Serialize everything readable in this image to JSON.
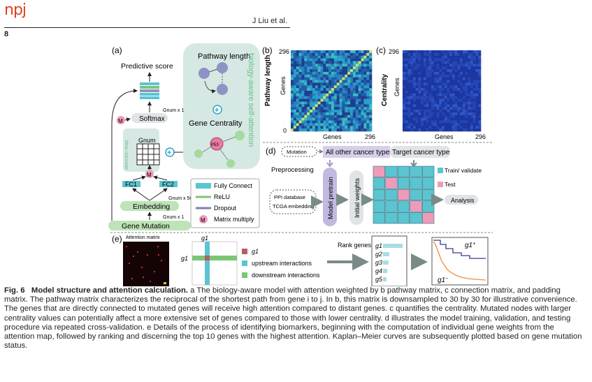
{
  "header": {
    "journal": "npj",
    "author": "J Liu et al.",
    "page": "8"
  },
  "panel_a": {
    "label": "(a)",
    "predictive_score": "Predictive score",
    "gnum_x1_top": "Gnum x 1",
    "softmax": "Softmax",
    "m": "M",
    "gnum": "Gnum",
    "attention_map": "attention map",
    "fc1": "FC1",
    "fc2": "FC2",
    "gnum_x50": "Gnum x 50",
    "embedding": "Embedding",
    "gnum_x1_bottom": "Gnum x 1",
    "gene_mutation": "Gene Mutation",
    "pathway_length": "Pathway length",
    "gene_centrality": "Gene Centrality",
    "p53": "P53",
    "self_attention": "biology-aware self-attention",
    "legend": {
      "fully_connect": "Fully Connect",
      "relu": "ReLU",
      "dropout": "Dropout",
      "matrix_multiply": "Matrix multiply"
    }
  },
  "panel_b": {
    "label": "(b)",
    "title": "Pathway length",
    "ylabel": "Genes",
    "xlabel": "Genes",
    "ymax": "296",
    "zero": "0",
    "xmax": "296"
  },
  "panel_c": {
    "label": "(c)",
    "title": "Centrality",
    "ylabel": "Genes",
    "xlabel": "Genes",
    "ymax": "296",
    "xmax": "296"
  },
  "panel_d": {
    "label": "(d)",
    "mutation": "Mutation",
    "other_cancer": "All other cancer types",
    "target_cancer": "Target cancer type",
    "preprocessing": "Preprocessing",
    "ppi": "PPI database",
    "tcga": "TCGA embedding",
    "model_pretrain": "Model pretrain",
    "initial_weights": "Initial weights",
    "train_validate": "Train/ validate",
    "test": "Test",
    "analysis": "Analysis"
  },
  "panel_e": {
    "label": "(e)",
    "attention_matrix": "Attention matrix",
    "g1": "g1",
    "upstream": "upstream interactions",
    "downstream": "downstream interactions",
    "rank_genes": "Rank genes",
    "genes": [
      "g1",
      "g2",
      "g3",
      "g4",
      "g5"
    ],
    "gene_scores": [
      1.0,
      0.32,
      0.28,
      0.22,
      0.18
    ],
    "km_plus": "g1",
    "km_plus_sup": "+",
    "km_minus": "g1",
    "km_minus_sup": "−"
  },
  "colors": {
    "teal": "#5bc4d0",
    "green": "#7cc576",
    "purple": "#7f7fb5",
    "pink": "#f09abb",
    "red": "#e2401c",
    "orange": "#f28c3b",
    "navy": "#3a3a8c"
  },
  "caption": {
    "fig": "Fig. 6",
    "title": "Model structure and attention calculation.",
    "body": " a The biology-aware model with attention weighted by b pathway matrix, c connection matrix, and padding matrix. The pathway matrix characterizes the reciprocal of the shortest path from gene i to j. In b, this matrix is downsampled to 30 by 30 for illustrative convenience. The genes that are directly connected to mutated genes will receive high attention compared to distant genes. c quantifies the centrality. Mutated nodes with larger centrality values can potentially affect a more extensive set of genes compared to those with lower centrality. d illustrates the model training, validation, and testing procedure via repeated cross-validation. e Details of the process of identifying biomarkers, beginning with the computation of individual gene weights from the attention map, followed by ranking and discerning the top 10 genes with the highest attention. Kaplan–Meier curves are subsequently plotted based on gene mutation status."
  }
}
